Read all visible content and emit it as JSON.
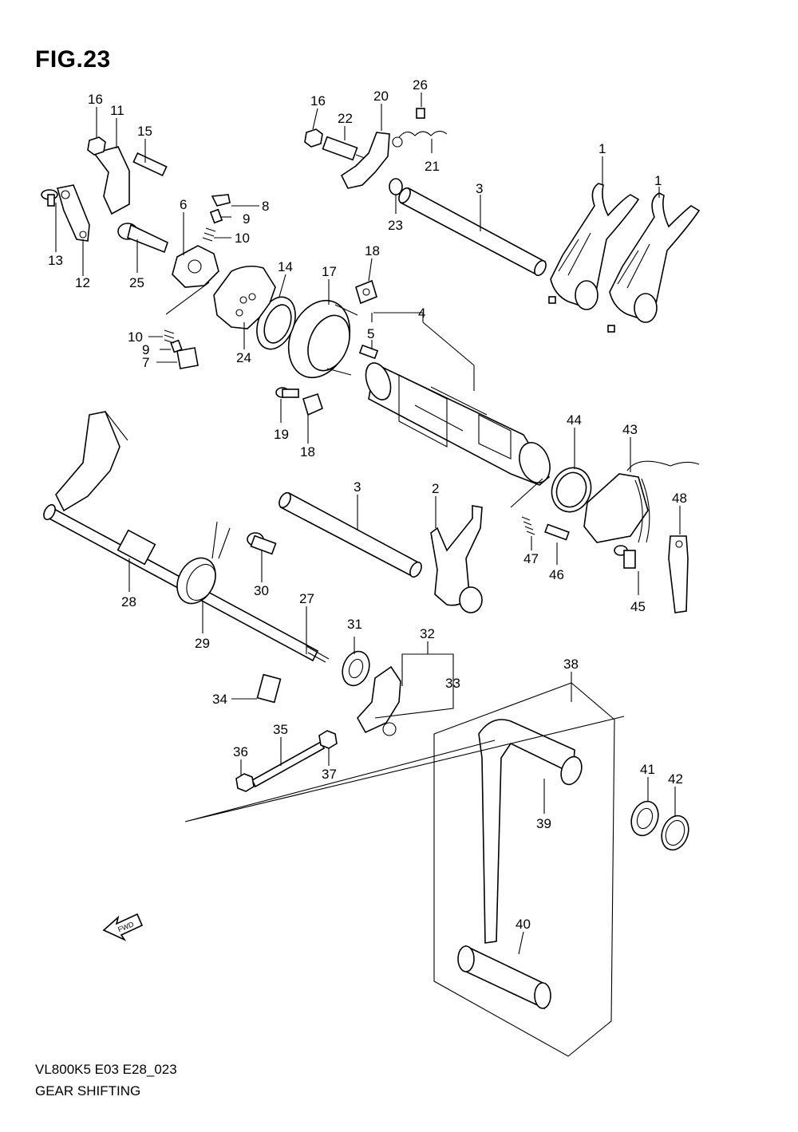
{
  "figure": {
    "title": "FIG.23",
    "code": "VL800K5 E03 E28_023",
    "caption": "GEAR SHIFTING"
  },
  "direction_mark": "FWD",
  "callouts": [
    "1",
    "1",
    "2",
    "3",
    "3",
    "4",
    "5",
    "6",
    "7",
    "8",
    "9",
    "9",
    "10",
    "10",
    "11",
    "12",
    "13",
    "14",
    "15",
    "16",
    "16",
    "17",
    "18",
    "18",
    "19",
    "20",
    "21",
    "22",
    "23",
    "24",
    "25",
    "26",
    "27",
    "28",
    "29",
    "30",
    "31",
    "32",
    "33",
    "34",
    "35",
    "36",
    "37",
    "38",
    "39",
    "40",
    "41",
    "42",
    "43",
    "44",
    "45",
    "46",
    "47",
    "48"
  ]
}
